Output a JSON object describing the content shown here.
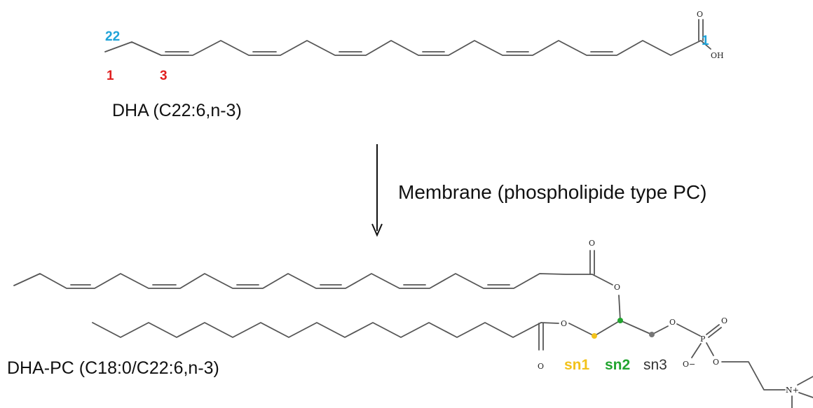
{
  "dha": {
    "name": "DHA (C22:6,n-3)",
    "number_22": "22",
    "number_1_carboxyl": "1",
    "number_1_omega": "1",
    "number_3_omega": "3",
    "atom_o": "O",
    "atom_oh": "OH"
  },
  "reaction": {
    "label": "Membrane (phospholipide type PC)"
  },
  "dhapc": {
    "name": "DHA-PC (C18:0/C22:6,n-3)",
    "sn1": "sn1",
    "sn2": "sn2",
    "sn3": "sn3",
    "atom_o": "O",
    "atom_o_minus": "O−",
    "atom_p": "P",
    "atom_n_plus": "N+"
  },
  "colors": {
    "carbon_number_blue": "#1fa3d8",
    "omega_number_red": "#e02020",
    "sn1": "#f2c21b",
    "sn2": "#22a52f",
    "sn3": "#333333",
    "sn3_dot": "#777777"
  }
}
